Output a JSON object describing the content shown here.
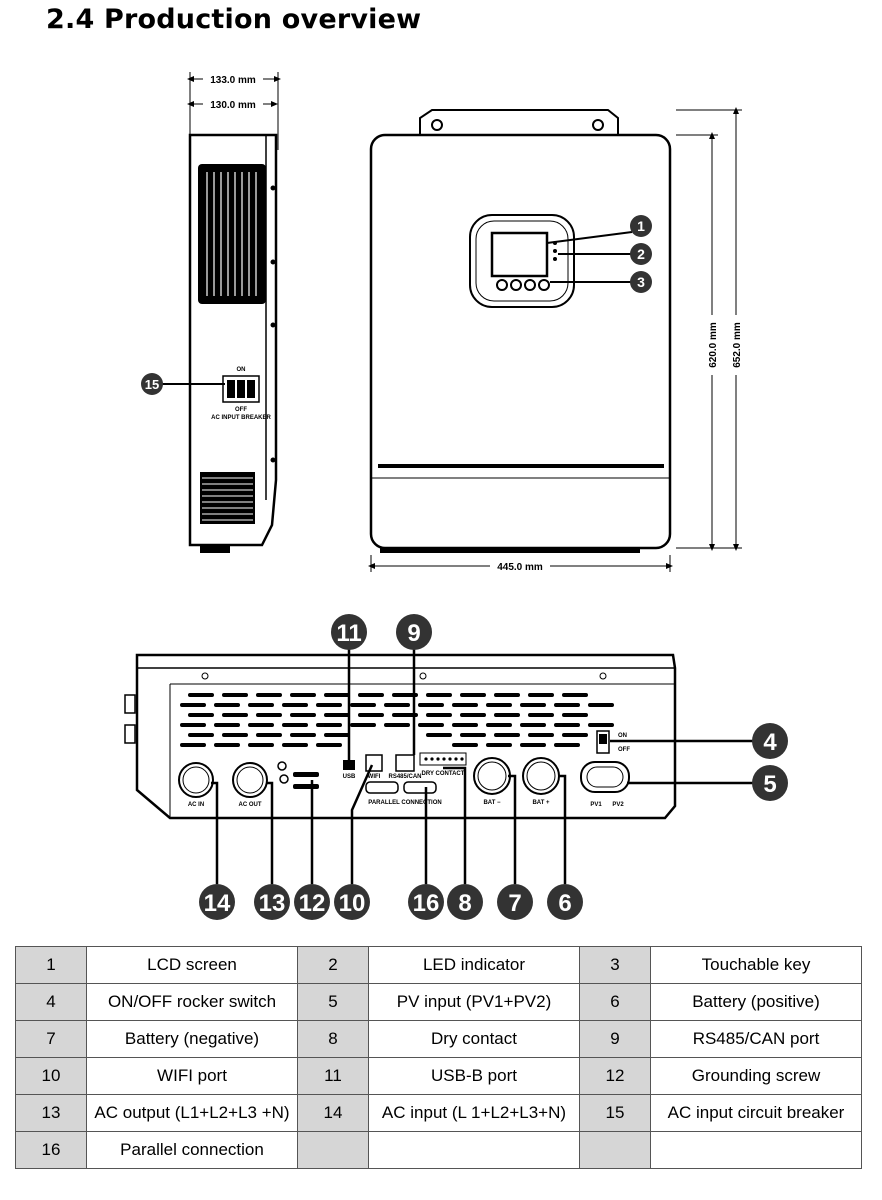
{
  "page": {
    "heading": "2.4 Production overview"
  },
  "dimensions": {
    "side_outer_width": "133.0 mm",
    "side_inner_width": "130.0 mm",
    "front_width": "445.0 mm",
    "front_height_inner": "620.0 mm",
    "front_height_outer": "652.0 mm"
  },
  "device_labels": {
    "breaker_on": "ON",
    "breaker_off": "OFF",
    "breaker_name": "AC INPUT BREAKER",
    "switch_on": "ON",
    "switch_off": "OFF",
    "usb": "USB",
    "wifi": "WIFI",
    "rs485": "RS485/CAN",
    "dry_contact": "DRY CONTACT",
    "parallel": "PARALLEL CONNECTION",
    "ac_in": "AC IN",
    "ac_out": "AC OUT",
    "bat_minus": "BAT −",
    "bat_plus": "BAT +",
    "pv1": "PV1",
    "pv2": "PV2"
  },
  "callouts": {
    "front": [
      "1",
      "2",
      "3"
    ],
    "side": [
      "15"
    ],
    "bottom_top": [
      "11",
      "9"
    ],
    "bottom_right": [
      "4",
      "5"
    ],
    "bottom_row": [
      "14",
      "13",
      "12",
      "10",
      "16",
      "8",
      "7",
      "6"
    ]
  },
  "legend": [
    [
      {
        "num": "1",
        "desc": "LCD screen"
      },
      {
        "num": "2",
        "desc": "LED indicator"
      },
      {
        "num": "3",
        "desc": "Touchable key"
      }
    ],
    [
      {
        "num": "4",
        "desc": "ON/OFF rocker switch"
      },
      {
        "num": "5",
        "desc": "PV input (PV1+PV2)"
      },
      {
        "num": "6",
        "desc": "Battery (positive)"
      }
    ],
    [
      {
        "num": "7",
        "desc": "Battery (negative)"
      },
      {
        "num": "8",
        "desc": "Dry contact"
      },
      {
        "num": "9",
        "desc": "RS485/CAN port"
      }
    ],
    [
      {
        "num": "10",
        "desc": "WIFI port"
      },
      {
        "num": "11",
        "desc": "USB-B port"
      },
      {
        "num": "12",
        "desc": "Grounding screw"
      }
    ],
    [
      {
        "num": "13",
        "desc": "AC output (L1+L2+L3 +N)"
      },
      {
        "num": "14",
        "desc": "AC input (L 1+L2+L3+N)"
      },
      {
        "num": "15",
        "desc": "AC input circuit breaker"
      }
    ],
    [
      {
        "num": "16",
        "desc": "Parallel connection"
      },
      {
        "num": "",
        "desc": ""
      },
      {
        "num": "",
        "desc": ""
      }
    ]
  ]
}
